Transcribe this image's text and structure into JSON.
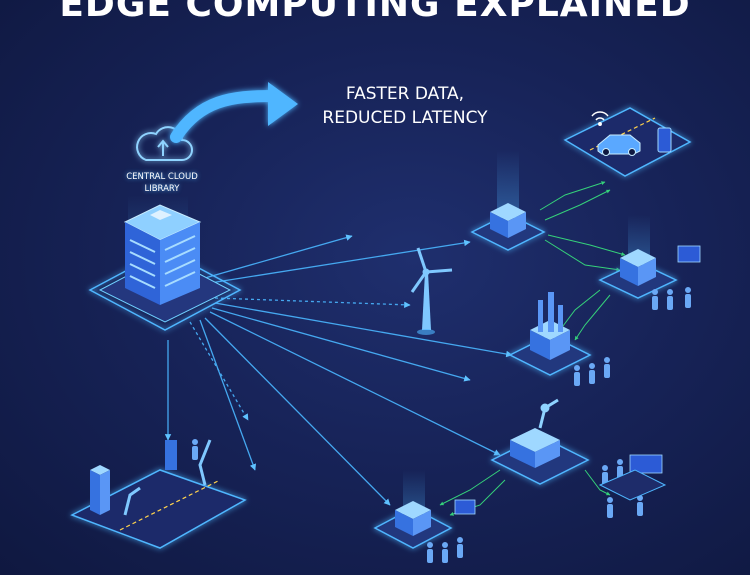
{
  "title": "EDGE COMPUTING EXPLAINED",
  "tagline": {
    "line1": "FASTER DATA,",
    "line2": "REDUCED LATENCY"
  },
  "central": {
    "line1": "CENTRAL CLOUD",
    "line2": "LIBRARY"
  },
  "colors": {
    "background": "#172358",
    "cyan": "#4fb6ff",
    "green": "#35d17a",
    "platform": "#2a3f8f",
    "building": "#3f7df0"
  },
  "icons": [
    "cloud-upload-icon",
    "arrow-icon",
    "wind-turbine-icon",
    "car-icon",
    "wifi-icon",
    "phone-icon",
    "factory-icon",
    "robot-arm-icon",
    "server-rack-icon",
    "people-icon"
  ]
}
